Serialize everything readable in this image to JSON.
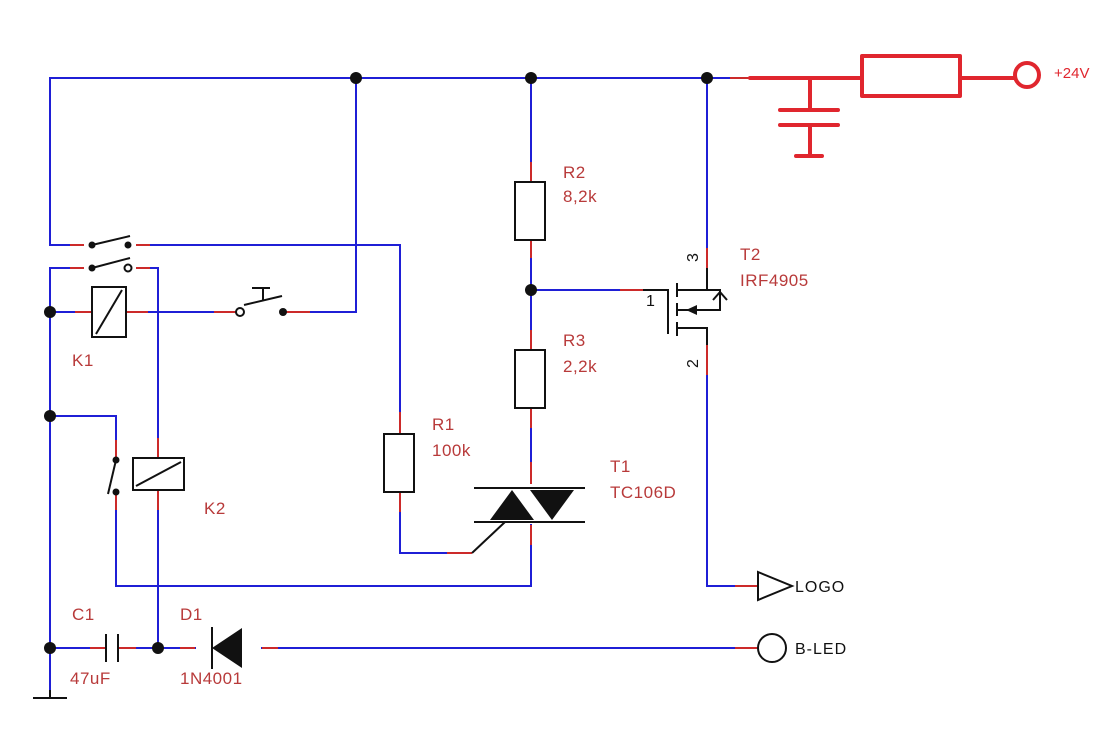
{
  "components": {
    "r1": {
      "ref": "R1",
      "value": "100k"
    },
    "r2": {
      "ref": "R2",
      "value": "8,2k"
    },
    "r3": {
      "ref": "R3",
      "value": "2,2k"
    },
    "t1": {
      "ref": "T1",
      "value": "TC106D"
    },
    "t2": {
      "ref": "T2",
      "value": "IRF4905",
      "pins": {
        "gate": "1",
        "source": "3",
        "drain": "2"
      }
    },
    "k1": {
      "ref": "K1"
    },
    "k2": {
      "ref": "K2"
    },
    "c1": {
      "ref": "C1",
      "value": "47uF"
    },
    "d1": {
      "ref": "D1",
      "value": "1N4001"
    }
  },
  "ports": {
    "supply": "+24V",
    "logo": "LOGO",
    "bled": "B-LED"
  },
  "colors": {
    "wire": "#1f1fd6",
    "label": "#b83a3a",
    "supply": "#e0262e",
    "symbol": "#111111"
  }
}
